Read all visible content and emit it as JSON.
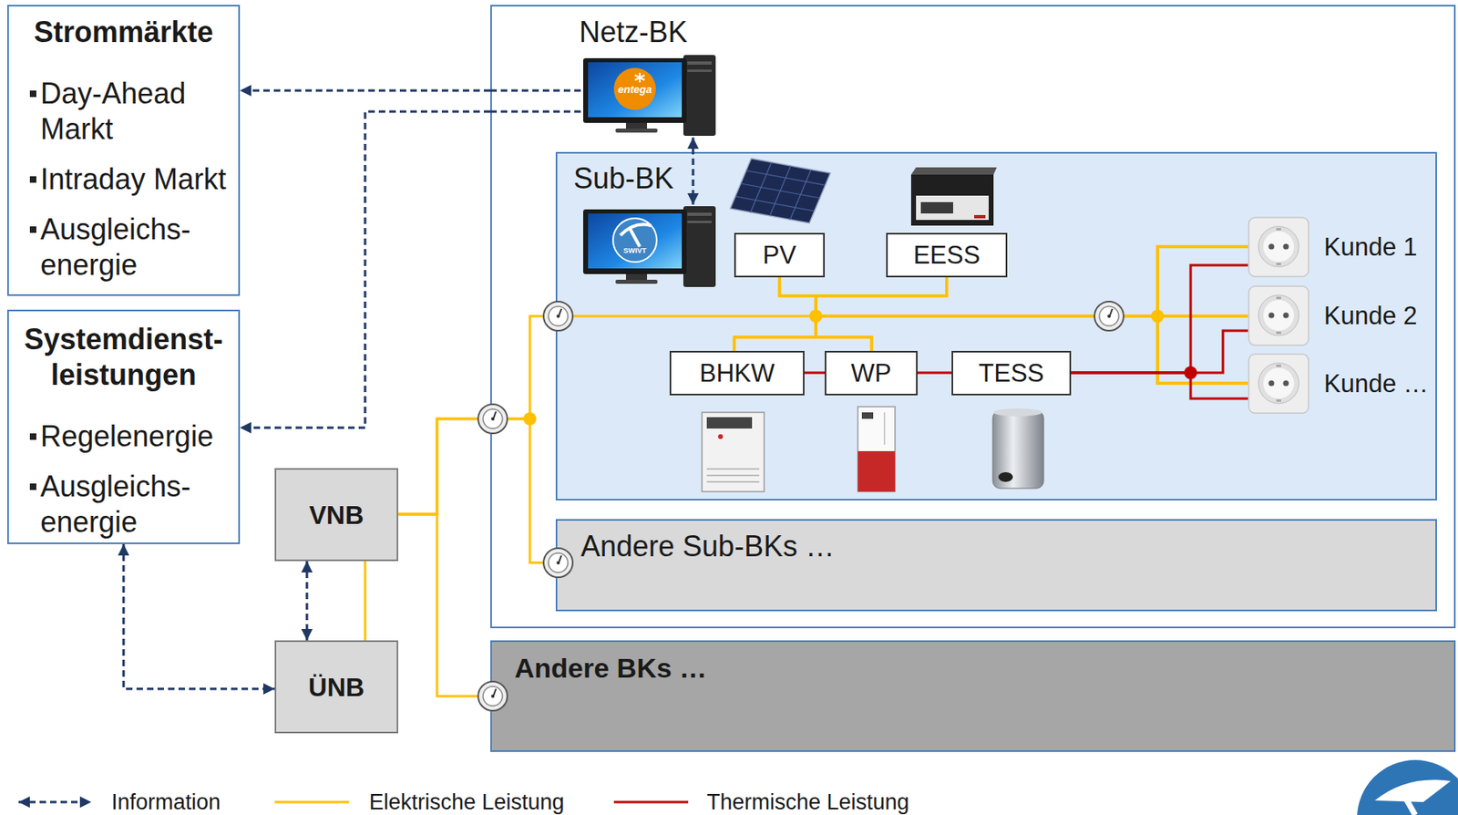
{
  "diagram": {
    "nodes": [
      {
        "text": [
          "Strommärkte",
          "Day-Ahead Markt",
          "Intraday Markt",
          "Ausgleichs- energie"
        ]
      },
      {
        "text": [
          "Systemdienst- leistungen",
          "Regelenergie",
          "Ausgleichs- energie"
        ]
      },
      {
        "text": [
          "VNB"
        ]
      },
      {
        "text": [
          "ÜNB"
        ]
      },
      {
        "text": [
          "Netz-BK"
        ]
      },
      {
        "text": [
          "Sub-BK"
        ],
        "in": 4
      },
      {
        "text": [
          "PV"
        ],
        "in": 5
      },
      {
        "text": [
          "EESS"
        ],
        "in": 5
      },
      {
        "text": [
          "BHKW"
        ],
        "in": 5
      },
      {
        "text": [
          "WP"
        ],
        "in": 5
      },
      {
        "text": [
          "TESS"
        ],
        "in": 5
      },
      {
        "text": [
          "Kunde 1"
        ],
        "in": 5
      },
      {
        "text": [
          "Kunde 2"
        ],
        "in": 5
      },
      {
        "text": [
          "Kunde …"
        ],
        "in": 5
      },
      {
        "text": [
          "Andere Sub-BKs …"
        ],
        "in": 4
      },
      {
        "text": [
          "Andere BKs …"
        ]
      }
    ],
    "edges": [
      {
        "from": 4,
        "to": 0,
        "arrow": "to"
      },
      {
        "from": 4,
        "to": 1,
        "arrow": "to"
      },
      {
        "from": 1,
        "to": 3,
        "arrow": "both"
      },
      {
        "from": 2,
        "to": 3,
        "arrow": "both"
      },
      {
        "from": 2,
        "to": 3,
        "arrow": "none"
      },
      {
        "from": 2,
        "to": 5,
        "arrow": "none"
      },
      {
        "from": 2,
        "to": 14,
        "arrow": "none"
      },
      {
        "from": 2,
        "to": 15,
        "arrow": "none"
      },
      {
        "from": 6,
        "to": 11,
        "arrow": "none"
      },
      {
        "from": 6,
        "to": 12,
        "arrow": "none"
      },
      {
        "from": 6,
        "to": 13,
        "arrow": "none"
      },
      {
        "from": 7,
        "to": 11,
        "arrow": "none"
      },
      {
        "from": 7,
        "to": 12,
        "arrow": "none"
      },
      {
        "from": 7,
        "to": 13,
        "arrow": "none"
      },
      {
        "from": 8,
        "to": 11,
        "arrow": "none"
      },
      {
        "from": 8,
        "to": 12,
        "arrow": "none"
      },
      {
        "from": 8,
        "to": 13,
        "arrow": "none"
      },
      {
        "from": 9,
        "to": 11,
        "arrow": "none"
      },
      {
        "from": 9,
        "to": 12,
        "arrow": "none"
      },
      {
        "from": 9,
        "to": 13,
        "arrow": "none"
      },
      {
        "from": 8,
        "to": 9,
        "arrow": "none"
      },
      {
        "from": 9,
        "to": 10,
        "arrow": "none"
      },
      {
        "from": 10,
        "to": 11,
        "arrow": "none"
      },
      {
        "from": 10,
        "to": 12,
        "arrow": "none"
      },
      {
        "from": 10,
        "to": 13,
        "arrow": "none"
      }
    ],
    "labels": [
      "entega",
      "SWIVT"
    ],
    "legend": [
      {
        "text": "Information"
      },
      {
        "text": "Elektrische Leistung"
      },
      {
        "text": "Thermische Leistung"
      }
    ]
  }
}
